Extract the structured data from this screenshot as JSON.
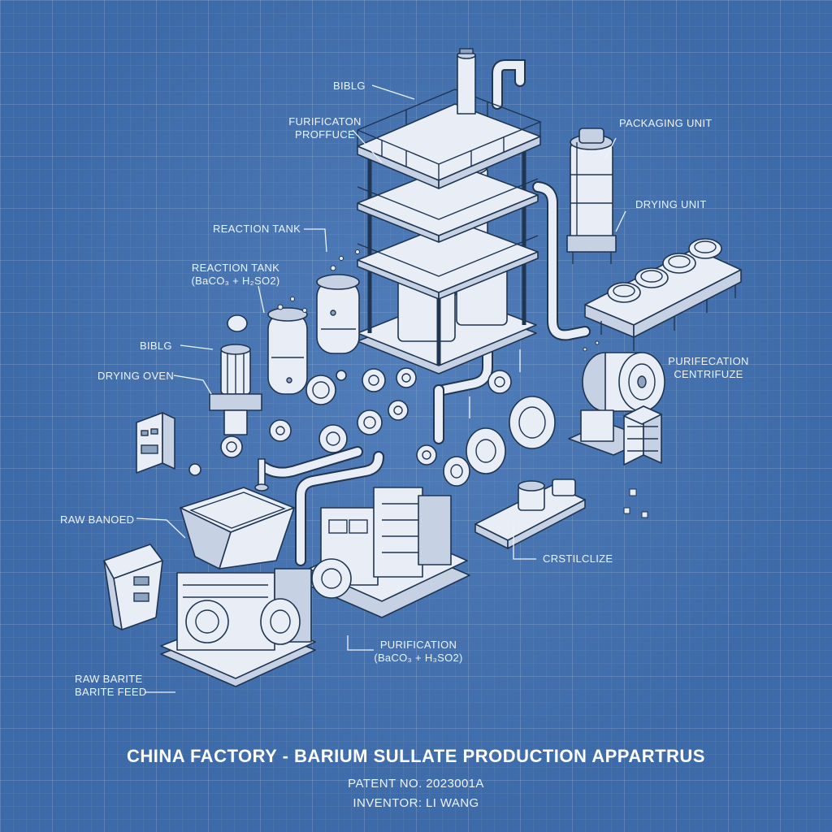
{
  "labels": {
    "biblg_top": "BIBLG",
    "purification_procedure": [
      "FURIFICATON",
      "PROFFUCE"
    ],
    "packaging_unit": "PACKAGING UNIT",
    "drying_unit": "DRYING UNIT",
    "reaction_tank_1": "REACTION TANK",
    "reaction_tank_2": [
      "REACTION TANK",
      "(BaCO₃ + H₂SO2)"
    ],
    "biblg_left": "BIBLG",
    "drying_oven": "DRYING OVEN",
    "purification_centrifuge": [
      "PURIFECATION",
      "CENTRIFUZE"
    ],
    "raw_banoed": "RAW BANOED",
    "crstilclize": "CRSTILCLIZE",
    "purification_bottom": [
      "PURIFICATION",
      "(BaCO₃ + H₃SO2)"
    ],
    "raw_barite": [
      "RAW BARITE",
      "BARITE FEED"
    ]
  },
  "title": "CHINA FACTORY - BARIUM SULLATE PRODUCTION APPARTRUS",
  "patent": "PATENT NO. 2023001A",
  "inventor": "INVENTOR: LI WANG",
  "colors": {
    "background": "#3d6aa8",
    "line": "#1f3552",
    "fill": "#e9eef6",
    "shade": "#c6d2e3",
    "text": "#eef3fb"
  }
}
